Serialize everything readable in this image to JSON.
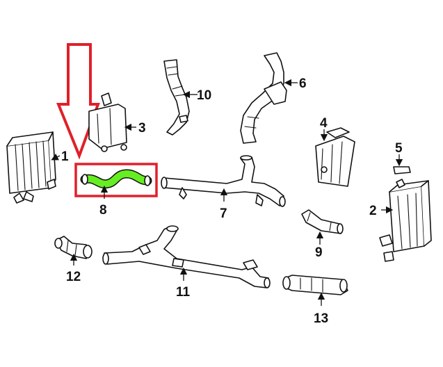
{
  "diagram": {
    "callouts": [
      {
        "id": "1",
        "text": "1"
      },
      {
        "id": "2",
        "text": "2"
      },
      {
        "id": "3",
        "text": "3"
      },
      {
        "id": "4",
        "text": "4"
      },
      {
        "id": "5",
        "text": "5"
      },
      {
        "id": "6",
        "text": "6"
      },
      {
        "id": "7",
        "text": "7"
      },
      {
        "id": "8",
        "text": "8"
      },
      {
        "id": "9",
        "text": "9"
      },
      {
        "id": "10",
        "text": "10"
      },
      {
        "id": "11",
        "text": "11"
      },
      {
        "id": "12",
        "text": "12"
      },
      {
        "id": "13",
        "text": "13"
      }
    ],
    "highlighted_part": "8",
    "colors": {
      "highlight_box": "#e0202a",
      "highlight_part": "#66ee22",
      "line_art": "#111111",
      "background": "#ffffff"
    }
  }
}
